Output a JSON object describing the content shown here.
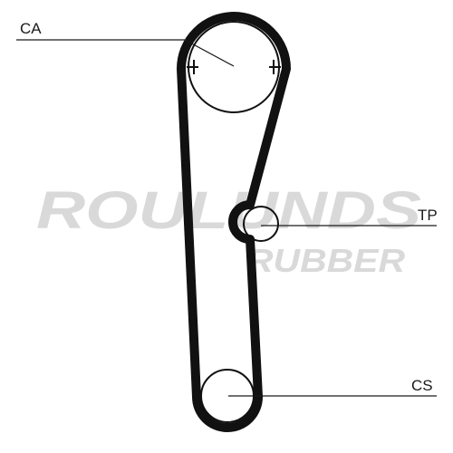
{
  "watermark": {
    "brand": "ROULUNDS",
    "sub": "RUBBER",
    "color": "#d9d9d9"
  },
  "labels": {
    "camshaft": "CA",
    "tensioner": "TP",
    "crankshaft": "CS"
  },
  "colors": {
    "belt": "#111111",
    "lines": "#1a1a1a",
    "background": "#ffffff"
  }
}
